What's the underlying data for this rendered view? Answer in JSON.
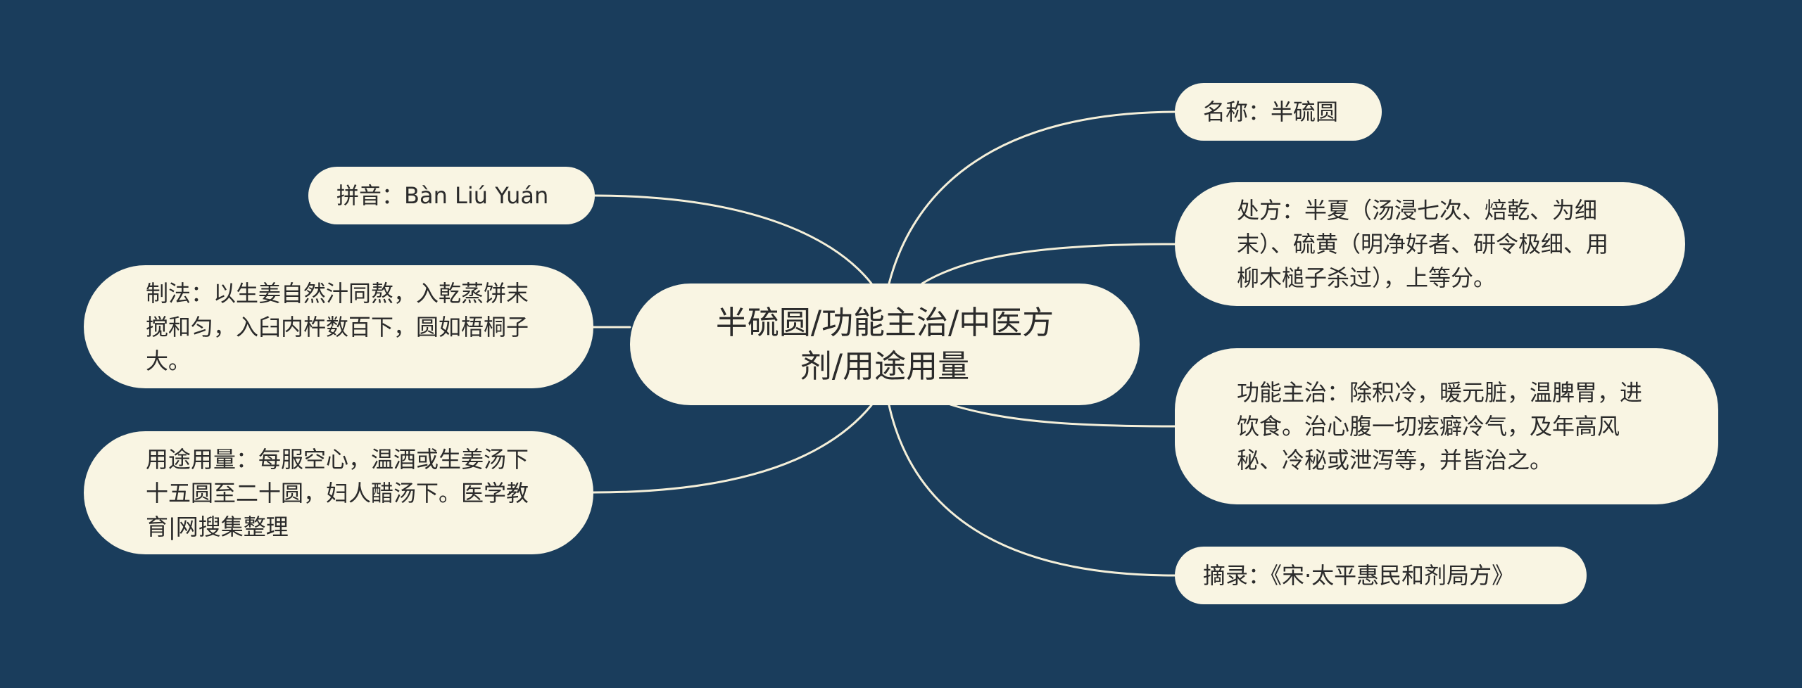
{
  "center": {
    "title": "半硫圆/功能主治/中医方剂/用途用量"
  },
  "nodes": {
    "name": "名称：半硫圆",
    "pinyin": "拼音：Bàn Liú Yuán",
    "prescription": "处方：半夏（汤浸七次、焙乾、为细末）、硫黄（明净好者、研令极细、用柳木槌子杀过），上等分。",
    "method": "制法：以生姜自然汁同熬，入乾蒸饼末搅和匀，入臼内杵数百下，圆如梧桐子大。",
    "effect": "功能主治：除积冷，暖元脏，温脾胃，进饮食。治心腹一切痃癖冷气，及年高风秘、冷秘或泄泻等，并皆治之。",
    "usage": "用途用量：每服空心，温酒或生姜汤下十五圆至二十圆，妇人醋汤下。医学教育|网搜集整理",
    "source": "摘录：《宋·太平惠民和剂局方》"
  },
  "colors": {
    "background": "#1a3d5c",
    "node_fill": "#f9f5e3",
    "connector": "#f4efd9",
    "text": "#2b2b2b"
  }
}
